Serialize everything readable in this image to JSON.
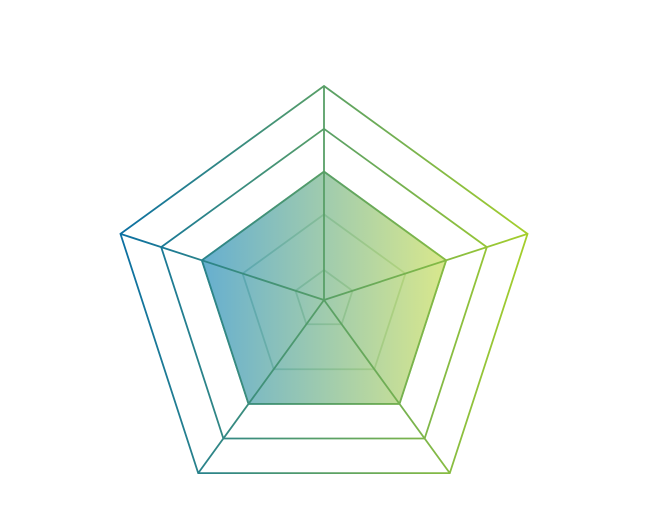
{
  "chart_data": {
    "type": "radar",
    "title": "",
    "axes": [
      "",
      "",
      "",
      "",
      ""
    ],
    "rings": [
      0.14,
      0.4,
      0.6,
      0.8,
      1.0
    ],
    "series": [
      {
        "name": "",
        "values": [
          0.6,
          0.6,
          0.6,
          0.6,
          0.6
        ]
      }
    ],
    "range": [
      0,
      1
    ],
    "grid": true,
    "legend": "none"
  },
  "colors": {
    "gradient_start": "#0a6fa3",
    "gradient_end": "#a6cf2a",
    "fill_start": "#4aa0c8",
    "fill_end": "#cfe27a"
  }
}
